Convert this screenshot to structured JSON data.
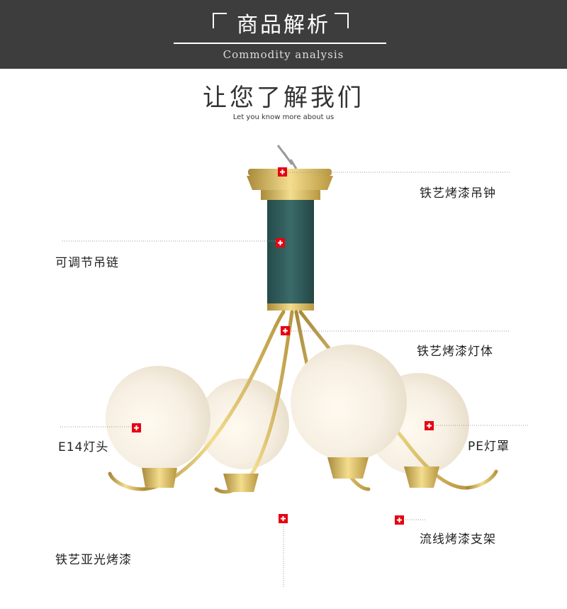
{
  "header": {
    "title": "商品解析",
    "subtitle": "Commodity analysis"
  },
  "section": {
    "title": "让您了解我们",
    "subtitle": "Let you know more about us"
  },
  "callouts": {
    "canopy": "铁艺烤漆吊钟",
    "chain": "可调节吊链",
    "body": "铁艺烤漆灯体",
    "socket": "E14灯头",
    "shade": "PE灯罩",
    "arm": "流线烤漆支架",
    "finish": "铁艺亚光烤漆"
  },
  "colors": {
    "header_bg": "#3d3d3d",
    "gold": "#d4b35a",
    "column_green": "#2f5a58",
    "marker_red": "#e60012"
  }
}
